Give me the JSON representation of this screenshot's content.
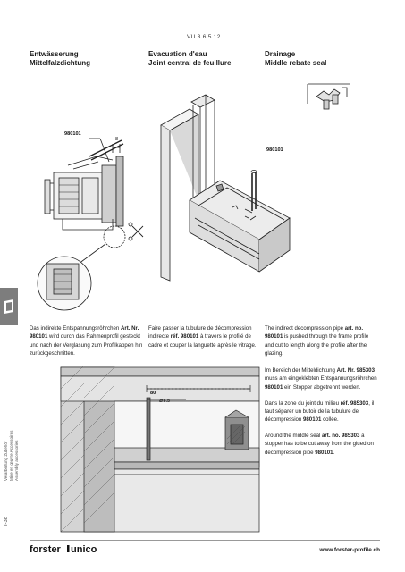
{
  "doc_code": "VU 3.6.5.12",
  "headings": {
    "de": {
      "line1": "Entwässerung",
      "line2": "Mittelfalzdichtung"
    },
    "fr": {
      "line1": "Evacuation d'eau",
      "line2": "Joint central de feuillure"
    },
    "en": {
      "line1": "Drainage",
      "line2": "Middle rebate seal"
    }
  },
  "callouts": {
    "left_part": "980101",
    "left_dim": "8",
    "right_part": "980101",
    "dim_80": "80",
    "dim_phi": "Ø9.5"
  },
  "sidebar": {
    "line1": "Verarbeitung Zubehör",
    "line2": "Mise en œuvre Accessoires",
    "line3": "Assembly accessories"
  },
  "text": {
    "de": {
      "p1_a": "Das indirekte Entspannungsröhrchen ",
      "p1_b": "Art. Nr. 980101",
      "p1_c": " wird durch das Rahmenprofil gesteckt und nach der Verglasung zum Profilkappen hin zurückgeschnitten."
    },
    "fr": {
      "p1_a": "Faire passer la tubulure de décompression indirecte ",
      "p1_b": "réf. 980101",
      "p1_c": " à travers le profilé de cadre et couper la languette après le vitrage."
    },
    "en": {
      "p1_a": "The indirect decompression pipe ",
      "p1_b": "art. no. 980101",
      "p1_c": " is pushed through the frame profile and cut to length along the profile after the glazing."
    },
    "de2": {
      "a": "Im Bereich der Mitteldichtung ",
      "b": "Art. Nr. 985303",
      "c": " muss am eingeklebten Entspannungsröhrchen ",
      "d": "980101",
      "e": " ein Stopper abgetrennt werden."
    },
    "fr2": {
      "a": "Dans la zone du joint du milieu ",
      "b": "réf. 985303",
      "c": ", il faut séparer un butoir de la tubulure de décompression ",
      "d": "980101",
      "e": " collée."
    },
    "en2": {
      "a": "Around the middle seal ",
      "b": "art. no. 985303",
      "c": " a stopper has to be cut away from the glued on decompression pipe ",
      "d": "980101",
      "e": "."
    }
  },
  "footer": {
    "page_number": "I-38",
    "brand": "forster unico",
    "website": "www.forster-profile.ch"
  }
}
